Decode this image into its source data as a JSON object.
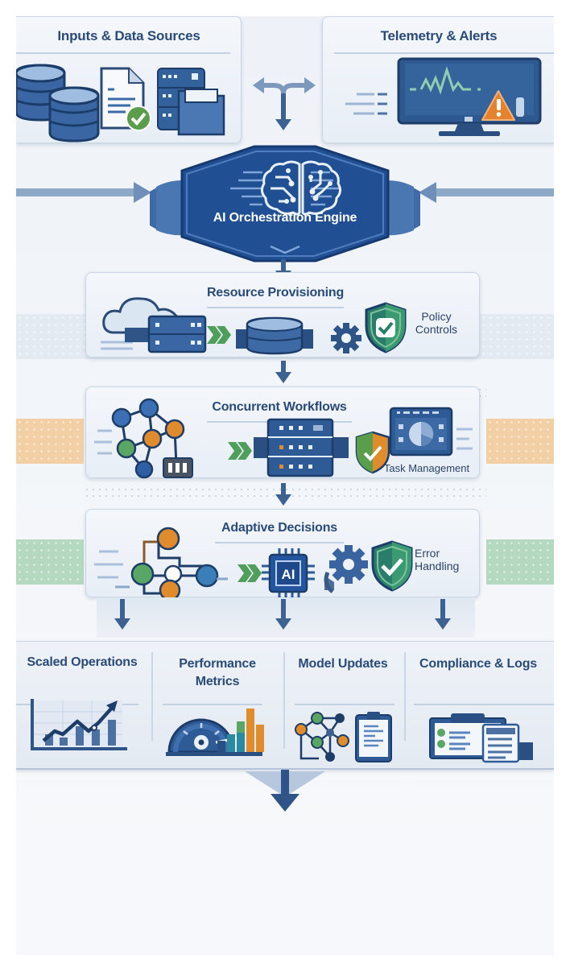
{
  "diagram": {
    "top_panels": [
      {
        "title": "Inputs & Data Sources",
        "icons": [
          "database-stack-icon",
          "document-check-icon",
          "server-folder-icon"
        ]
      },
      {
        "title": "Telemetry & Alerts",
        "icons": [
          "monitor-waveform-icon",
          "warning-icon"
        ]
      }
    ],
    "engine": {
      "title": "AI Orchestration Engine",
      "icon": "brain-circuit-icon"
    },
    "stages": [
      {
        "title": "Resource Provisioning",
        "side_label": "Policy Controls",
        "icons": [
          "cloud-server-icon",
          "double-chevron-icon",
          "storage-disk-icon",
          "gear-icon",
          "shield-check-icon"
        ],
        "band_color": "#dbe3ee"
      },
      {
        "title": "Concurrent Workflows",
        "side_label": "Task Management",
        "icons": [
          "node-graph-icon",
          "queue-icon",
          "double-chevron-icon",
          "server-rack-icon",
          "shield-check-icon",
          "dashboard-pie-icon"
        ],
        "band_color": "#f1c79a"
      },
      {
        "title": "Adaptive Decisions",
        "side_label": "Error Handling",
        "icons": [
          "decision-tree-icon",
          "double-chevron-icon",
          "ai-chip-icon",
          "gears-icon",
          "shield-check-icon"
        ],
        "band_color": "#a9d1b6"
      }
    ],
    "outcomes": [
      {
        "title": "Scaled Operations",
        "icon": "growth-chart-icon"
      },
      {
        "title": "Performance Metrics",
        "icon": "gauge-bars-icon"
      },
      {
        "title": "Model Updates",
        "icon": "network-clipboard-icon"
      },
      {
        "title": "Compliance & Logs",
        "icon": "checklist-docs-icon"
      }
    ],
    "colors": {
      "primary": "#1e4a8c",
      "navy": "#234270",
      "arrow": "#3a5f90",
      "green": "#4e9a55",
      "orange": "#e08b2c",
      "teal": "#2a8a6e",
      "panel_border": "#c9d6e6"
    }
  }
}
